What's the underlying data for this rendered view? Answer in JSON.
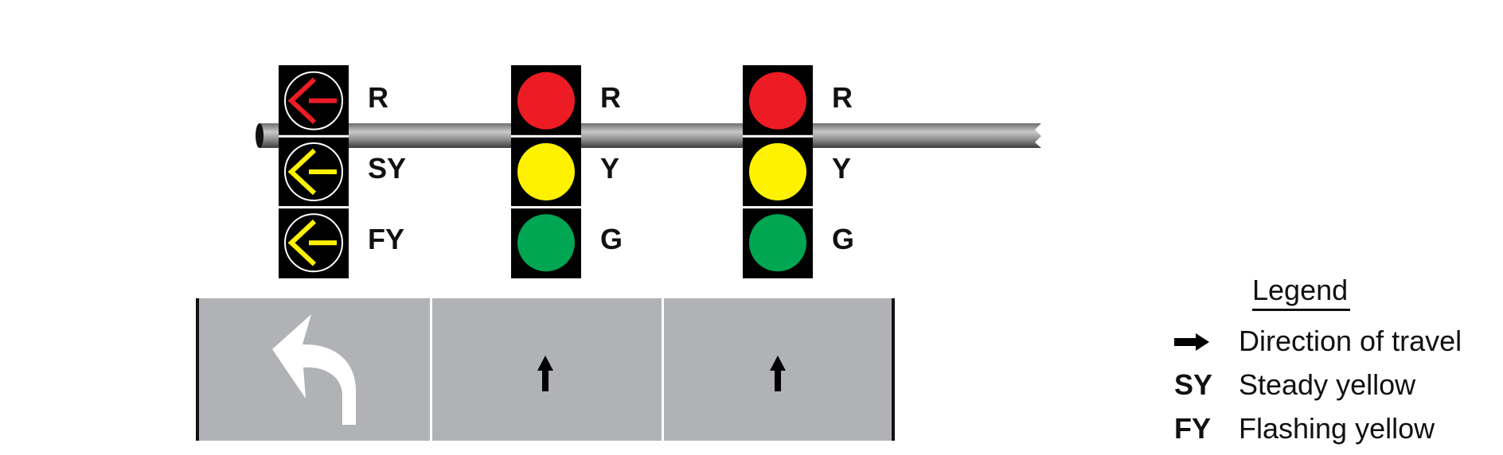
{
  "diagram": {
    "description": "Protected/permissive left-turn signal display with three signal heads over three approach lanes",
    "colors": {
      "red": "#ed1c24",
      "yellow": "#fff200",
      "green": "#00a651",
      "head_background": "#000000",
      "lane_surface": "#b1b2b5",
      "lane_marking_white": "#ffffff",
      "pole_dark": "#555555",
      "pole_light": "#c9c9c9"
    },
    "signal_heads": [
      {
        "type": "left-turn arrow head",
        "sections": [
          {
            "label": "R",
            "indication": "left-arrow",
            "color": "red"
          },
          {
            "label": "SY",
            "indication": "left-arrow",
            "color": "yellow"
          },
          {
            "label": "FY",
            "indication": "left-arrow",
            "color": "yellow"
          }
        ]
      },
      {
        "type": "through ball head",
        "sections": [
          {
            "label": "R",
            "indication": "ball",
            "color": "red"
          },
          {
            "label": "Y",
            "indication": "ball",
            "color": "yellow"
          },
          {
            "label": "G",
            "indication": "ball",
            "color": "green"
          }
        ]
      },
      {
        "type": "through ball head",
        "sections": [
          {
            "label": "R",
            "indication": "ball",
            "color": "red"
          },
          {
            "label": "Y",
            "indication": "ball",
            "color": "yellow"
          },
          {
            "label": "G",
            "indication": "ball",
            "color": "green"
          }
        ]
      }
    ],
    "lanes": [
      {
        "movement": "left-turn",
        "marking": "white left-turn pavement arrow"
      },
      {
        "movement": "through",
        "marking": "black direction-of-travel arrow"
      },
      {
        "movement": "through",
        "marking": "black direction-of-travel arrow"
      }
    ]
  },
  "legend": {
    "title": "Legend",
    "items": [
      {
        "key_icon": "arrow-right-icon",
        "key": "",
        "text": "Direction of travel"
      },
      {
        "key_icon": "",
        "key": "SY",
        "text": "Steady yellow"
      },
      {
        "key_icon": "",
        "key": "FY",
        "text": "Flashing yellow"
      }
    ]
  }
}
